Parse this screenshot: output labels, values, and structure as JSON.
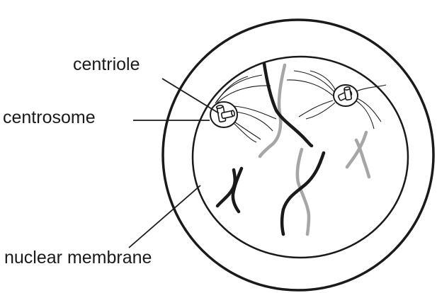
{
  "labels": {
    "centriole": "centriole",
    "centrosome": "centrosome",
    "nuclear_membrane": "nuclear membrane"
  },
  "colors": {
    "outline": "#1a1a1a",
    "chromatid_dark": "#1a1a1a",
    "chromatid_light": "#a6a6a6",
    "background": "#ffffff"
  }
}
